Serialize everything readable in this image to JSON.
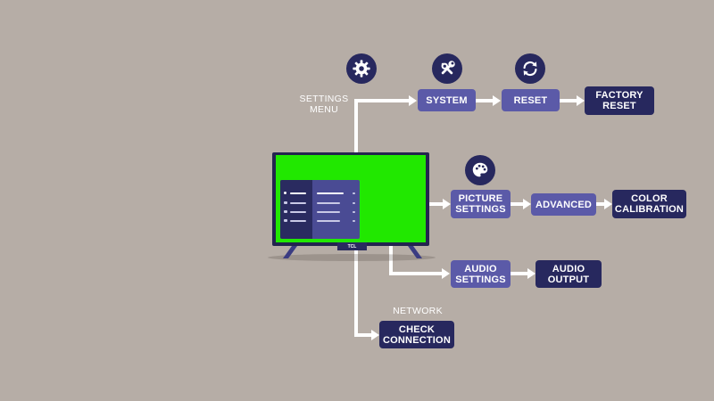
{
  "diagram": {
    "captions": {
      "settings_menu": "SETTINGS\nMENU",
      "network": "NETWORK"
    },
    "nodes": {
      "system": "SYSTEM",
      "reset": "RESET",
      "factory_reset": "FACTORY\nRESET",
      "picture_settings": "PICTURE\nSETTINGS",
      "advanced": "ADVANCED",
      "color_calibration": "COLOR\nCALIBRATION",
      "audio_settings": "AUDIO\nSETTINGS",
      "audio_output": "AUDIO\nOUTPUT",
      "check_connection": "CHECK\nCONNECTION"
    },
    "tv": {
      "brand": "TCL"
    },
    "icons": [
      "gear-icon",
      "tools-icon",
      "refresh-icon",
      "palette-icon"
    ],
    "colors": {
      "background": "#b6ada6",
      "node_light": "#5b5aa8",
      "node_dark": "#27285e",
      "screen": "#21e800"
    }
  }
}
